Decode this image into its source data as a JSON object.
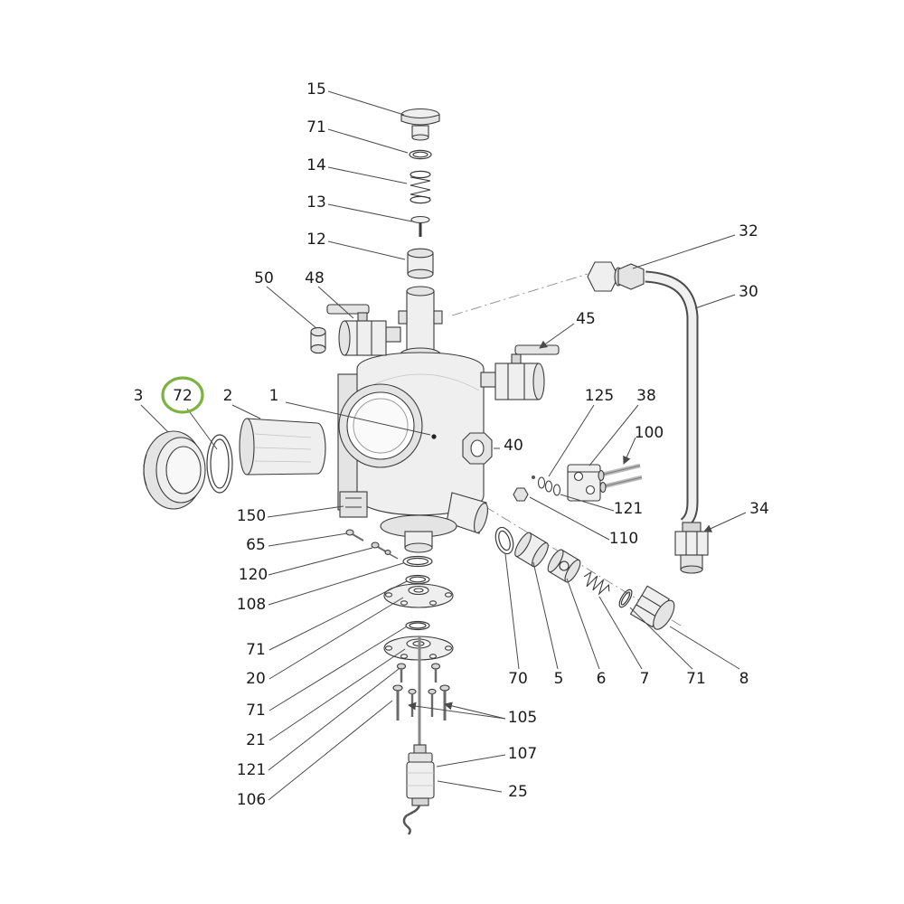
{
  "diagram": {
    "type": "exploded-parts-diagram",
    "background_color": "#ffffff",
    "line_color": "#3a3a3a",
    "label_color": "#1b1b1b",
    "highlight": {
      "label": "72",
      "color": "#7cb342"
    },
    "labels": [
      {
        "id": "15",
        "text": "15"
      },
      {
        "id": "71-top",
        "text": "71"
      },
      {
        "id": "14",
        "text": "14"
      },
      {
        "id": "13",
        "text": "13"
      },
      {
        "id": "12",
        "text": "12"
      },
      {
        "id": "50",
        "text": "50"
      },
      {
        "id": "48",
        "text": "48"
      },
      {
        "id": "32",
        "text": "32"
      },
      {
        "id": "30",
        "text": "30"
      },
      {
        "id": "45",
        "text": "45"
      },
      {
        "id": "3",
        "text": "3"
      },
      {
        "id": "72",
        "text": "72"
      },
      {
        "id": "2",
        "text": "2"
      },
      {
        "id": "1",
        "text": "1"
      },
      {
        "id": "40",
        "text": "40"
      },
      {
        "id": "125",
        "text": "125"
      },
      {
        "id": "38",
        "text": "38"
      },
      {
        "id": "100",
        "text": "100"
      },
      {
        "id": "121-right",
        "text": "121"
      },
      {
        "id": "110",
        "text": "110"
      },
      {
        "id": "34",
        "text": "34"
      },
      {
        "id": "150",
        "text": "150"
      },
      {
        "id": "65",
        "text": "65"
      },
      {
        "id": "120",
        "text": "120"
      },
      {
        "id": "108",
        "text": "108"
      },
      {
        "id": "71-mid1",
        "text": "71"
      },
      {
        "id": "20",
        "text": "20"
      },
      {
        "id": "71-mid2",
        "text": "71"
      },
      {
        "id": "21",
        "text": "21"
      },
      {
        "id": "121-bottom",
        "text": "121"
      },
      {
        "id": "106",
        "text": "106"
      },
      {
        "id": "70",
        "text": "70"
      },
      {
        "id": "5",
        "text": "5"
      },
      {
        "id": "6",
        "text": "6"
      },
      {
        "id": "7",
        "text": "7"
      },
      {
        "id": "71-right",
        "text": "71"
      },
      {
        "id": "8",
        "text": "8"
      },
      {
        "id": "105",
        "text": "105"
      },
      {
        "id": "107",
        "text": "107"
      },
      {
        "id": "25",
        "text": "25"
      }
    ]
  }
}
